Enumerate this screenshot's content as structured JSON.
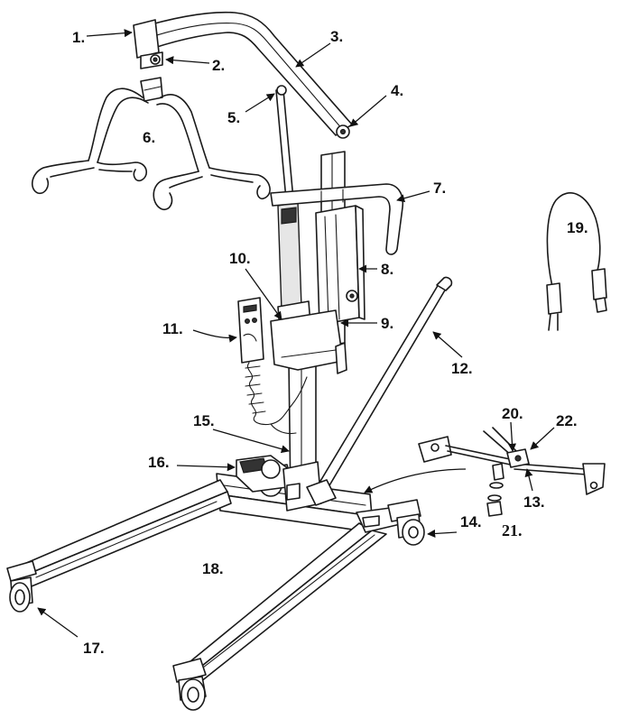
{
  "diagram": {
    "callouts": [
      {
        "id": "1",
        "text": "1."
      },
      {
        "id": "2",
        "text": "2."
      },
      {
        "id": "3",
        "text": "3."
      },
      {
        "id": "4",
        "text": "4."
      },
      {
        "id": "5",
        "text": "5."
      },
      {
        "id": "6",
        "text": "6."
      },
      {
        "id": "7",
        "text": "7."
      },
      {
        "id": "8",
        "text": "8."
      },
      {
        "id": "9",
        "text": "9."
      },
      {
        "id": "10",
        "text": "10."
      },
      {
        "id": "11",
        "text": "11."
      },
      {
        "id": "12",
        "text": "12."
      },
      {
        "id": "13",
        "text": "13."
      },
      {
        "id": "14",
        "text": "14."
      },
      {
        "id": "15",
        "text": "15."
      },
      {
        "id": "16",
        "text": "16."
      },
      {
        "id": "17",
        "text": "17."
      },
      {
        "id": "18",
        "text": "18."
      },
      {
        "id": "19",
        "text": "19."
      },
      {
        "id": "20",
        "text": "20."
      },
      {
        "id": "21",
        "text": "21."
      },
      {
        "id": "22",
        "text": "22."
      }
    ]
  }
}
